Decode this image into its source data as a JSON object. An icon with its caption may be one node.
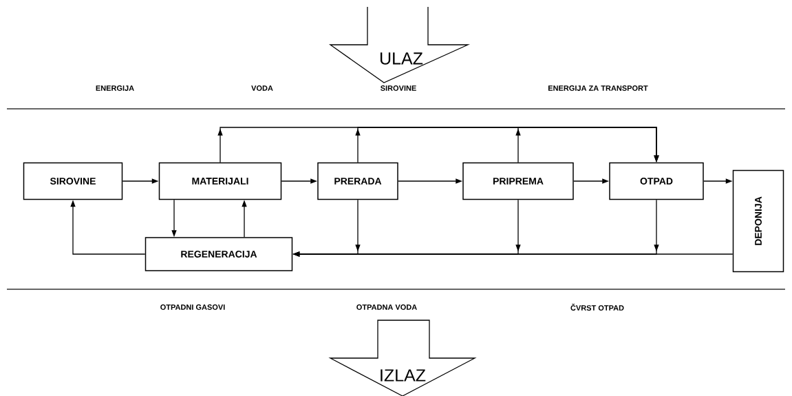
{
  "diagram": {
    "nodes": [
      {
        "text": [
          "SIROVINE"
        ]
      },
      {
        "text": [
          "MATERIJALI"
        ]
      },
      {
        "text": [
          "PRERADA"
        ]
      },
      {
        "text": [
          "PRIPREMA"
        ]
      },
      {
        "text": [
          "OTPAD"
        ]
      },
      {
        "text": [
          "DEPONIJA"
        ]
      },
      {
        "text": [
          "REGENERACIJA"
        ]
      },
      {
        "text": [
          "ULAZ"
        ]
      },
      {
        "text": [
          "IZLAZ"
        ]
      }
    ],
    "edges": [
      {
        "from": 0,
        "to": 1,
        "arrow": "to"
      },
      {
        "from": 1,
        "to": 2,
        "arrow": "to"
      },
      {
        "from": 2,
        "to": 3,
        "arrow": "to"
      },
      {
        "from": 3,
        "to": 4,
        "arrow": "to"
      },
      {
        "from": 4,
        "to": 5,
        "arrow": "to"
      },
      {
        "from": 1,
        "to": 6,
        "arrow": "to"
      },
      {
        "from": 6,
        "to": 1,
        "arrow": "to"
      },
      {
        "from": 6,
        "to": 0,
        "arrow": "to"
      },
      {
        "from": 1,
        "to": 4,
        "arrow": "to"
      },
      {
        "from": 2,
        "to": 4,
        "arrow": "to"
      },
      {
        "from": 3,
        "to": 4,
        "arrow": "to"
      },
      {
        "from": 2,
        "to": 6,
        "arrow": "to"
      },
      {
        "from": 3,
        "to": 6,
        "arrow": "to"
      },
      {
        "from": 4,
        "to": 6,
        "arrow": "to"
      },
      {
        "from": 5,
        "to": 6,
        "arrow": "to"
      }
    ],
    "labels": [
      "ENERGIJA",
      "VODA",
      "SIROVINE",
      "ENERGIJA ZA TRANSPORT",
      "OTPADNI GASOVI",
      "OTPADNA VODA",
      "ČVRST OTPAD"
    ]
  }
}
